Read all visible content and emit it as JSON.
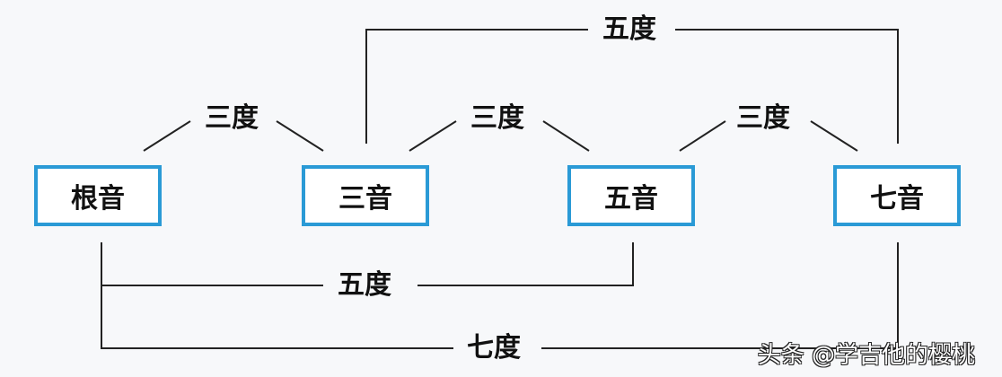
{
  "nodes": [
    "根音",
    "三音",
    "五音",
    "七音"
  ],
  "intervals": {
    "third": "三度",
    "fifth": "五度",
    "seventh": "七度"
  },
  "accent": "#2a9ad6",
  "watermark": "头条 @学吉他的樱桃"
}
